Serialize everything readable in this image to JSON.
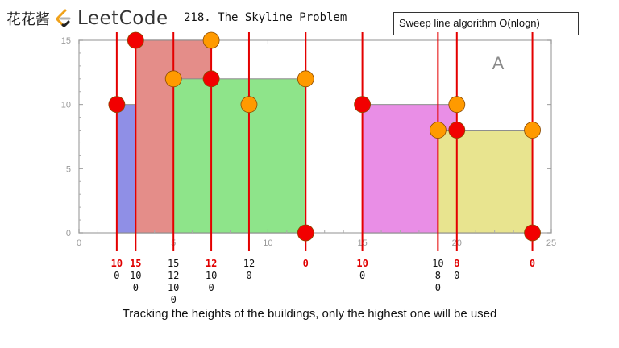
{
  "header": {
    "channel": "花花酱",
    "logo_text": "LeetCode",
    "problem_title": "218. The Skyline Problem"
  },
  "algorithm_box": {
    "label": "Sweep line algorithm O(nlogn)"
  },
  "caption": "Tracking the heights of the buildings, only the highest one will be used",
  "colors": {
    "event_red": "#f20000",
    "event_orange": "#ff9a00",
    "sweep_line": "#e40000"
  },
  "chart_data": {
    "type": "rectangles",
    "panel_letter": "A",
    "xlim": [
      0,
      25
    ],
    "ylim": [
      0,
      15
    ],
    "x_ticks": [
      "0",
      "5",
      "10",
      "15",
      "20",
      "25"
    ],
    "y_ticks": [
      "0",
      "5",
      "10",
      "15"
    ],
    "buildings": [
      {
        "x0": 2,
        "x1": 9,
        "height": 10,
        "color": "#8f8fe6"
      },
      {
        "x0": 3,
        "x1": 7,
        "height": 15,
        "color": "#e48d89"
      },
      {
        "x0": 5,
        "x1": 12,
        "height": 12,
        "color": "#8ee48a"
      },
      {
        "x0": 15,
        "x1": 20,
        "height": 10,
        "color": "#e98ee6"
      },
      {
        "x0": 19,
        "x1": 24,
        "height": 8,
        "color": "#e8e48f"
      }
    ],
    "events": [
      {
        "x": 2,
        "y": 10,
        "kind": "red"
      },
      {
        "x": 3,
        "y": 15,
        "kind": "red"
      },
      {
        "x": 5,
        "y": 12,
        "kind": "orange"
      },
      {
        "x": 7,
        "y": 15,
        "kind": "orange"
      },
      {
        "x": 7,
        "y": 12,
        "kind": "red"
      },
      {
        "x": 9,
        "y": 10,
        "kind": "orange"
      },
      {
        "x": 12,
        "y": 12,
        "kind": "orange"
      },
      {
        "x": 12,
        "y": 0,
        "kind": "red"
      },
      {
        "x": 15,
        "y": 10,
        "kind": "red"
      },
      {
        "x": 19,
        "y": 8,
        "kind": "orange"
      },
      {
        "x": 20,
        "y": 10,
        "kind": "orange"
      },
      {
        "x": 20,
        "y": 8,
        "kind": "red"
      },
      {
        "x": 24,
        "y": 8,
        "kind": "orange"
      },
      {
        "x": 24,
        "y": 0,
        "kind": "red"
      }
    ],
    "sweep_lines": [
      2,
      3,
      5,
      7,
      9,
      12,
      15,
      19,
      20,
      24
    ],
    "height_lists": [
      {
        "x": 2,
        "values": [
          "10",
          "0"
        ],
        "highlight_first": true
      },
      {
        "x": 3,
        "values": [
          "15",
          "10",
          "0"
        ],
        "highlight_first": true
      },
      {
        "x": 5,
        "values": [
          "15",
          "12",
          "10",
          "0"
        ],
        "highlight_first": false
      },
      {
        "x": 7,
        "values": [
          "12",
          "10",
          "0"
        ],
        "highlight_first": true
      },
      {
        "x": 9,
        "values": [
          "12",
          "0"
        ],
        "highlight_first": false
      },
      {
        "x": 12,
        "values": [
          "0"
        ],
        "highlight_first": true
      },
      {
        "x": 15,
        "values": [
          "10",
          "0"
        ],
        "highlight_first": true
      },
      {
        "x": 19,
        "values": [
          "10",
          "8",
          "0"
        ],
        "highlight_first": false
      },
      {
        "x": 20,
        "values": [
          "8",
          "0"
        ],
        "highlight_first": true
      },
      {
        "x": 24,
        "values": [
          "0"
        ],
        "highlight_first": true
      }
    ]
  }
}
